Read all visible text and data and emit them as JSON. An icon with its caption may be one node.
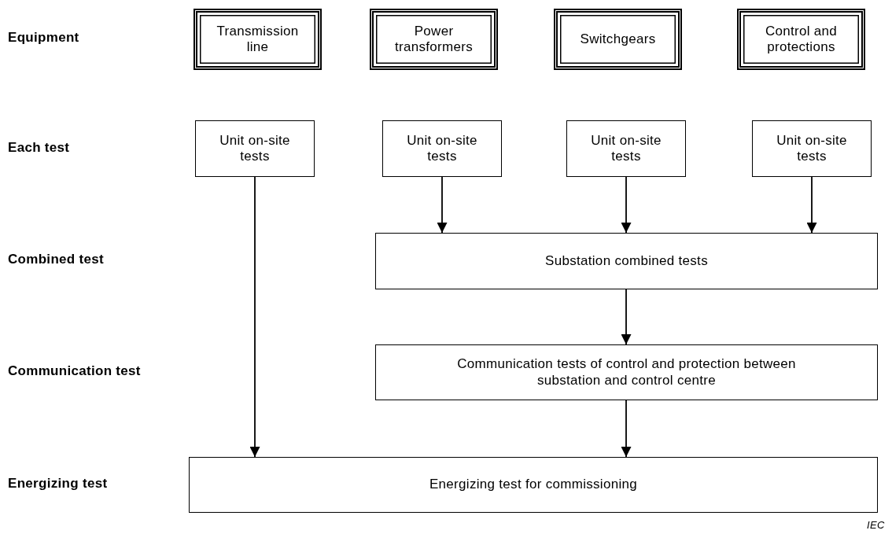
{
  "diagram": {
    "nodes": [
      {
        "text": [
          "Transmission line"
        ]
      },
      {
        "text": [
          "Power transformers"
        ]
      },
      {
        "text": [
          "Switchgears"
        ]
      },
      {
        "text": [
          "Control and protections"
        ]
      },
      {
        "text": [
          "Unit on-site tests"
        ]
      },
      {
        "text": [
          "Unit on-site tests"
        ]
      },
      {
        "text": [
          "Unit on-site tests"
        ]
      },
      {
        "text": [
          "Unit on-site tests"
        ]
      },
      {
        "text": [
          "Substation combined tests"
        ]
      },
      {
        "text": [
          "Communication tests of control and protection between substation and control centre"
        ]
      },
      {
        "text": [
          "Energizing test for commissioning"
        ]
      }
    ],
    "edges": [
      {
        "from": 4,
        "to": 10,
        "arrow": "to"
      },
      {
        "from": 5,
        "to": 8,
        "arrow": "to"
      },
      {
        "from": 6,
        "to": 8,
        "arrow": "to"
      },
      {
        "from": 7,
        "to": 8,
        "arrow": "to"
      },
      {
        "from": 8,
        "to": 9,
        "arrow": "to"
      },
      {
        "from": 9,
        "to": 10,
        "arrow": "to"
      }
    ],
    "labels": [
      "Equipment",
      "Each test",
      "Combined test",
      "Communication test",
      "Energizing test",
      "IEC"
    ]
  }
}
